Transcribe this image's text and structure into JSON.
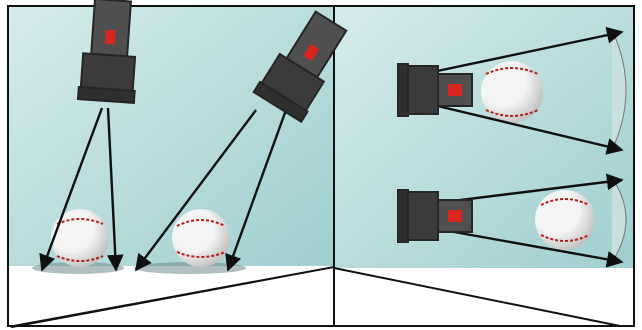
{
  "colors": {
    "wall_light": "#d6ecec",
    "wall_mid": "#b7dbdb",
    "wall_dark": "#9fcfd0",
    "outline": "#101010",
    "flashlight_body": "#4f4f4f",
    "flashlight_dark": "#262626",
    "flashlight_grip": "#3b3b3b",
    "switch_red": "#d7261e",
    "ball_white": "#f4f4f4",
    "ball_shade": "#b9b9b9",
    "stitch_red": "#b3201b",
    "shadow": "#6f8b8d"
  },
  "scene": {
    "panels": 2,
    "flashlights": 4,
    "baseballs": 4,
    "arrow_pairs": 4
  },
  "icons": [
    "flashlight-icon",
    "baseball-icon",
    "arrow-icon",
    "shadow-ellipse-icon"
  ]
}
